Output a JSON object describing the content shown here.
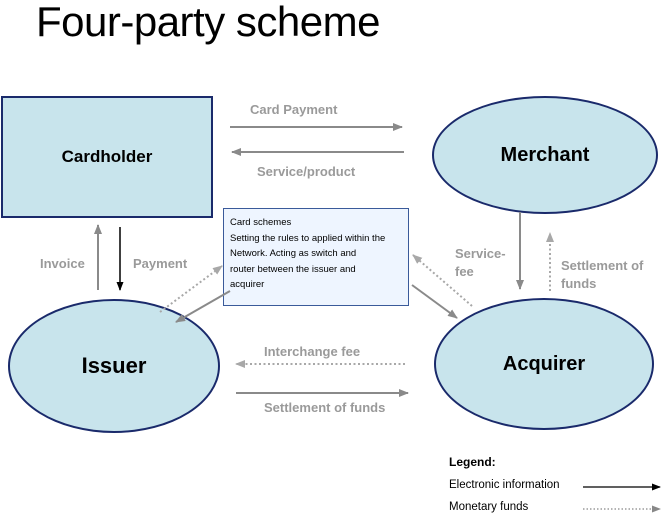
{
  "title": "Four-party scheme",
  "nodes": {
    "cardholder": "Cardholder",
    "merchant": "Merchant",
    "issuer": "Issuer",
    "acquirer": "Acquirer"
  },
  "card_schemes": {
    "line1": "Card schemes",
    "line2": "Setting the rules to applied within the",
    "line3": "Network. Acting as switch and",
    "line4": "router between the issuer and",
    "line5": "acquirer"
  },
  "flows": {
    "card_payment": "Card Payment",
    "service_product": "Service/product",
    "invoice": "Invoice",
    "payment": "Payment",
    "service_fee_1": "Service-",
    "service_fee_2": "fee",
    "settlement_right_1": "Settlement of",
    "settlement_right_2": "funds",
    "interchange_fee": "Interchange fee",
    "settlement_bottom": "Settlement of funds"
  },
  "legend": {
    "title": "Legend:",
    "electronic": "Electronic information",
    "monetary": "Monetary funds"
  },
  "colors": {
    "node_fill": "#c8e4ec",
    "node_border": "#1a2a6b",
    "arrow_gray": "#8a8a8a",
    "label_gray": "#9a9a9a"
  }
}
